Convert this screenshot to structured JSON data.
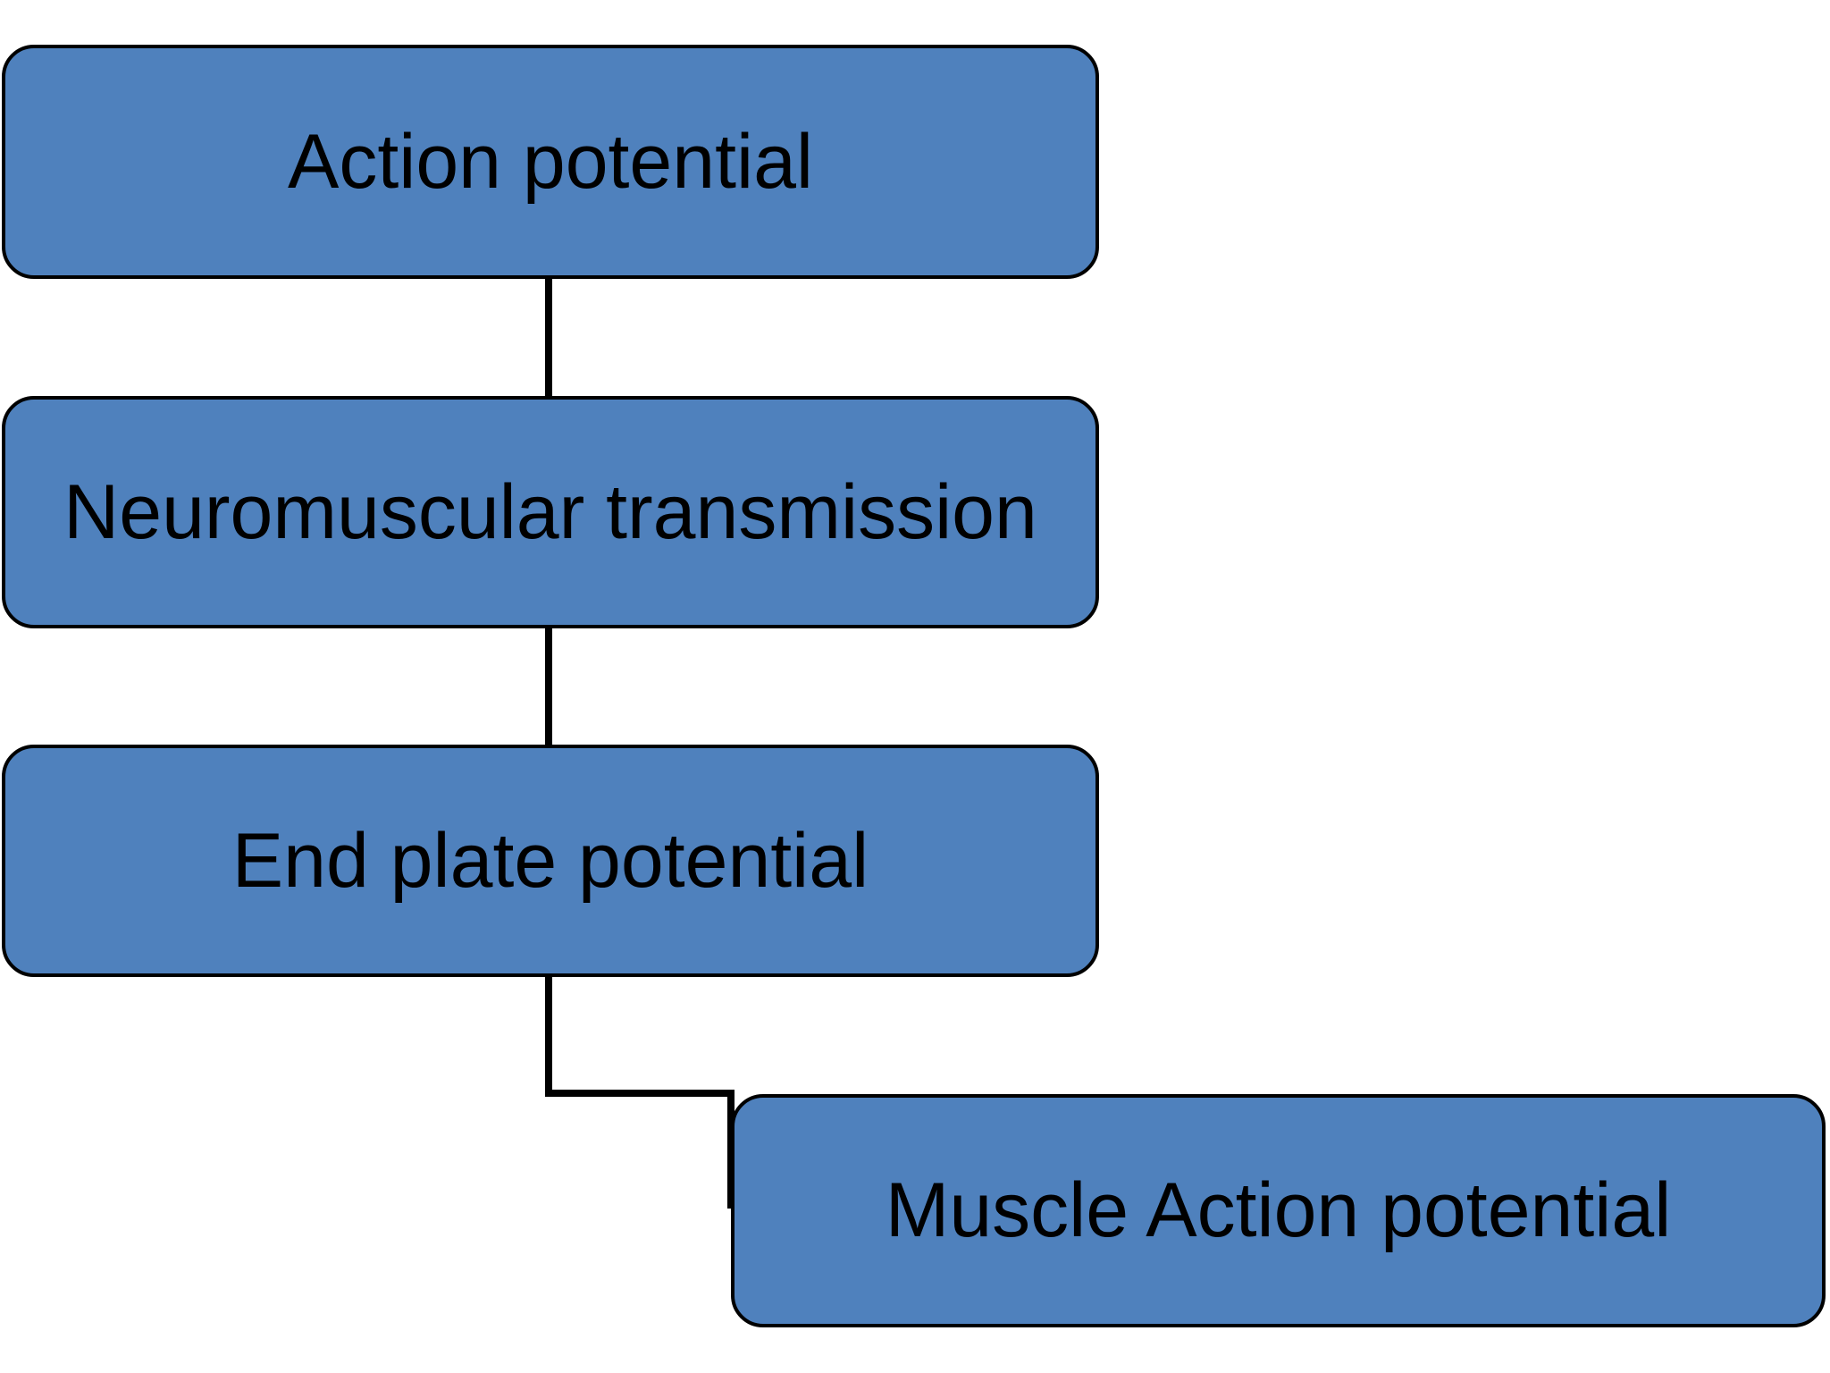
{
  "diagram": {
    "type": "flowchart",
    "background_color": "#ffffff",
    "node_fill_color": "#4f81bd",
    "node_border_color": "#000000",
    "connector_color": "#000000",
    "text_color": "#000000",
    "nodes": [
      {
        "label": "Action potential"
      },
      {
        "label": "Neuromuscular transmission"
      },
      {
        "label": "End plate potential"
      },
      {
        "label": "Muscle Action potential"
      }
    ],
    "connectors": [
      {
        "name": "action-potential-to-neuromuscular-transmission",
        "type": "straight"
      },
      {
        "name": "neuromuscular-transmission-to-end-plate-potential",
        "type": "straight"
      },
      {
        "name": "end-plate-potential-to-muscle-action-potential",
        "type": "elbow"
      }
    ]
  }
}
